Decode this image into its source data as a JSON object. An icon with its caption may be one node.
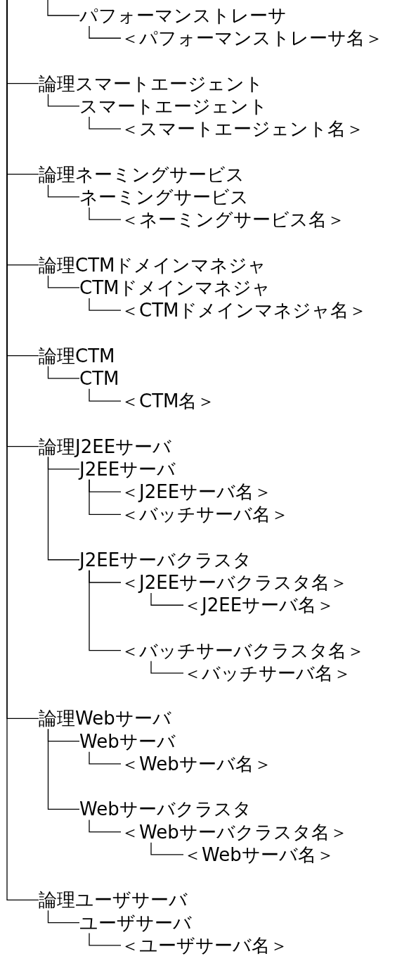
{
  "diagram": {
    "nodes": [
      {
        "text": [
          "パフォーマンストレーサ"
        ]
      },
      {
        "text": [
          "＜パフォーマンストレーサ名＞"
        ]
      },
      {
        "text": [
          "論理スマートエージェント"
        ]
      },
      {
        "text": [
          "スマートエージェント"
        ]
      },
      {
        "text": [
          "＜スマートエージェント名＞"
        ]
      },
      {
        "text": [
          "論理ネーミングサービス"
        ]
      },
      {
        "text": [
          "ネーミングサービス"
        ]
      },
      {
        "text": [
          "＜ネーミングサービス名＞"
        ]
      },
      {
        "text": [
          "論理CTMドメインマネジャ"
        ]
      },
      {
        "text": [
          "CTMドメインマネジャ"
        ]
      },
      {
        "text": [
          "＜CTMドメインマネジャ名＞"
        ]
      },
      {
        "text": [
          "論理CTM"
        ]
      },
      {
        "text": [
          "CTM"
        ]
      },
      {
        "text": [
          "＜CTM名＞"
        ]
      },
      {
        "text": [
          "論理J2EEサーバ"
        ]
      },
      {
        "text": [
          "J2EEサーバ"
        ]
      },
      {
        "text": [
          "＜J2EEサーバ名＞"
        ]
      },
      {
        "text": [
          "＜バッチサーバ名＞"
        ]
      },
      {
        "text": [
          "J2EEサーバクラスタ"
        ]
      },
      {
        "text": [
          "＜J2EEサーバクラスタ名＞"
        ]
      },
      {
        "text": [
          "＜J2EEサーバ名＞"
        ]
      },
      {
        "text": [
          "＜バッチサーバクラスタ名＞"
        ]
      },
      {
        "text": [
          "＜バッチサーバ名＞"
        ]
      },
      {
        "text": [
          "論理Webサーバ"
        ]
      },
      {
        "text": [
          "Webサーバ"
        ]
      },
      {
        "text": [
          "＜Webサーバ名＞"
        ]
      },
      {
        "text": [
          "Webサーバクラスタ"
        ]
      },
      {
        "text": [
          "＜Webサーバクラスタ名＞"
        ]
      },
      {
        "text": [
          "＜Webサーバ名＞"
        ]
      },
      {
        "text": [
          "論理ユーザサーバ"
        ]
      },
      {
        "text": [
          "ユーザサーバ"
        ]
      },
      {
        "text": [
          "＜ユーザサーバ名＞"
        ]
      }
    ],
    "edges": [
      {
        "from": null,
        "to": 0,
        "arrow": "none"
      },
      {
        "from": 0,
        "to": 1,
        "arrow": "none"
      },
      {
        "from": null,
        "to": 2,
        "arrow": "none"
      },
      {
        "from": 2,
        "to": 3,
        "arrow": "none"
      },
      {
        "from": 3,
        "to": 4,
        "arrow": "none"
      },
      {
        "from": null,
        "to": 5,
        "arrow": "none"
      },
      {
        "from": 5,
        "to": 6,
        "arrow": "none"
      },
      {
        "from": 6,
        "to": 7,
        "arrow": "none"
      },
      {
        "from": null,
        "to": 8,
        "arrow": "none"
      },
      {
        "from": 8,
        "to": 9,
        "arrow": "none"
      },
      {
        "from": 9,
        "to": 10,
        "arrow": "none"
      },
      {
        "from": null,
        "to": 11,
        "arrow": "none"
      },
      {
        "from": 11,
        "to": 12,
        "arrow": "none"
      },
      {
        "from": 12,
        "to": 13,
        "arrow": "none"
      },
      {
        "from": null,
        "to": 14,
        "arrow": "none"
      },
      {
        "from": 14,
        "to": 15,
        "arrow": "none"
      },
      {
        "from": 15,
        "to": 16,
        "arrow": "none"
      },
      {
        "from": 15,
        "to": 17,
        "arrow": "none"
      },
      {
        "from": 14,
        "to": 18,
        "arrow": "none"
      },
      {
        "from": 18,
        "to": 19,
        "arrow": "none"
      },
      {
        "from": 19,
        "to": 20,
        "arrow": "none"
      },
      {
        "from": 18,
        "to": 21,
        "arrow": "none"
      },
      {
        "from": 21,
        "to": 22,
        "arrow": "none"
      },
      {
        "from": null,
        "to": 23,
        "arrow": "none"
      },
      {
        "from": 23,
        "to": 24,
        "arrow": "none"
      },
      {
        "from": 24,
        "to": 25,
        "arrow": "none"
      },
      {
        "from": 23,
        "to": 26,
        "arrow": "none"
      },
      {
        "from": 26,
        "to": 27,
        "arrow": "none"
      },
      {
        "from": 27,
        "to": 28,
        "arrow": "none"
      },
      {
        "from": null,
        "to": 29,
        "arrow": "none"
      },
      {
        "from": 29,
        "to": 30,
        "arrow": "none"
      },
      {
        "from": 30,
        "to": 31,
        "arrow": "none"
      }
    ]
  }
}
